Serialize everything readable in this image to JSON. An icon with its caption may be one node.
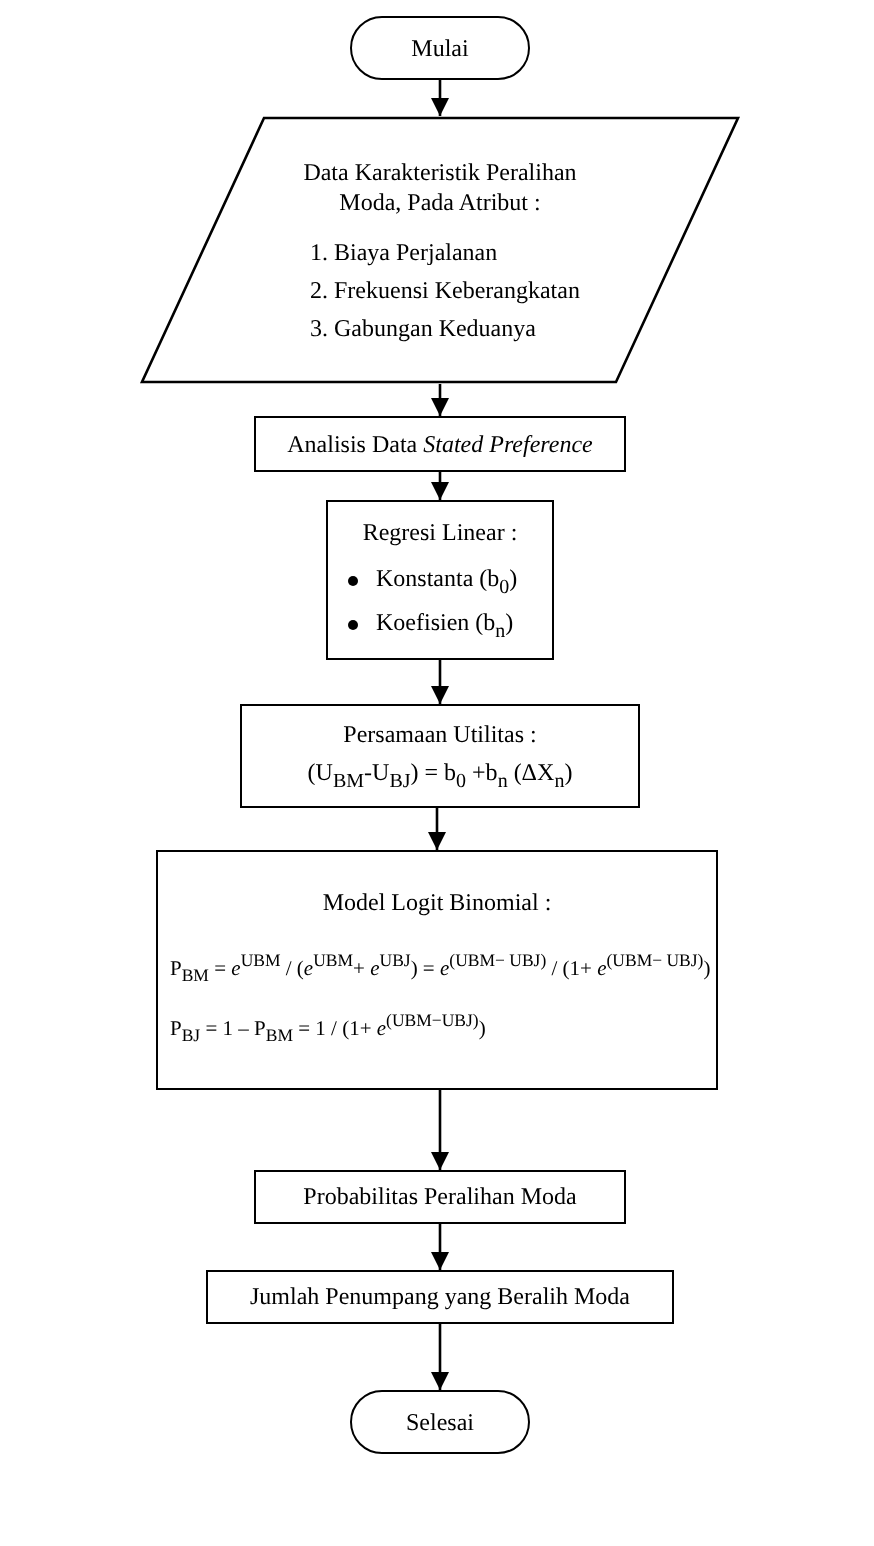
{
  "diagram": {
    "nodes": [
      {
        "text": [
          "Mulai"
        ]
      },
      {
        "text": [
          "Data Karakteristik Peralihan Moda, Pada Atribut :",
          "1.  Biaya Perjalanan",
          "2.  Frekuensi Keberangkatan",
          "3.  Gabungan Keduanya"
        ]
      },
      {
        "text": [
          "Analisis Data *Stated Preference*"
        ]
      },
      {
        "text": [
          "Regresi Linear :",
          "Konstanta (b$_{0}$)",
          "Koefisien  (b$_{n}$)"
        ]
      },
      {
        "text": [
          "Persamaan Utilitas :",
          "(U$_{BM}$-U$_{BJ}$) = b$_{0}$ +b$_{n}$ (ΔX$_{n}$)"
        ]
      },
      {
        "text": [
          "Model Logit Binomial :",
          "P$_{BM}$ = *e*$^{UBM}$ / (*e*$^{UBM}$+ *e*$^{UBJ}$) = *e*$^{(UBM− UBJ)}$ / (1+ *e*$^{(UBM− UBJ)}$)",
          "P$_{BJ}$ = 1 – P$_{BM}$ = 1 / (1+ *e*$^{(UBM−UBJ)}$)"
        ]
      },
      {
        "text": [
          "Probabilitas Peralihan Moda"
        ]
      },
      {
        "text": [
          "Jumlah Penumpang yang Beralih Moda"
        ]
      },
      {
        "text": [
          "Selesai"
        ]
      }
    ],
    "edges": [
      {
        "from": 0,
        "to": 1,
        "arrow": "to"
      },
      {
        "from": 1,
        "to": 2,
        "arrow": "to"
      },
      {
        "from": 2,
        "to": 3,
        "arrow": "to"
      },
      {
        "from": 3,
        "to": 4,
        "arrow": "to"
      },
      {
        "from": 4,
        "to": 5,
        "arrow": "to"
      },
      {
        "from": 5,
        "to": 6,
        "arrow": "to"
      },
      {
        "from": 6,
        "to": 7,
        "arrow": "to"
      },
      {
        "from": 7,
        "to": 8,
        "arrow": "to"
      }
    ]
  }
}
